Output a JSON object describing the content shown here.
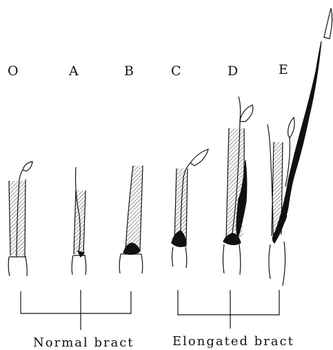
{
  "stages": [
    {
      "label": "O"
    },
    {
      "label": "A"
    },
    {
      "label": "B"
    },
    {
      "label": "C"
    },
    {
      "label": "D"
    },
    {
      "label": "E"
    }
  ],
  "groups": [
    {
      "label": "Normal bract"
    },
    {
      "label": "Elongated bract"
    }
  ]
}
